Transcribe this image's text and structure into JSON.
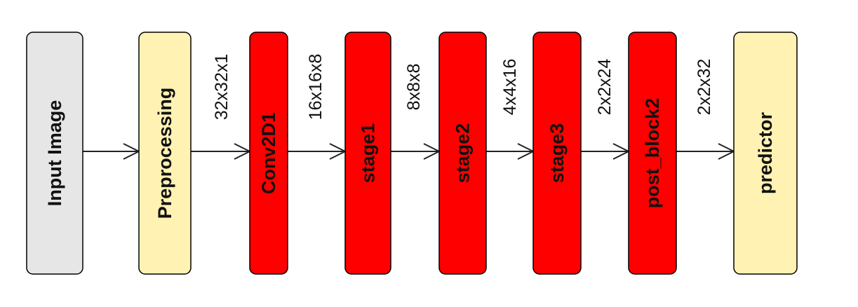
{
  "blocks": [
    {
      "label": "Input Image",
      "fill": "#e6e6e6"
    },
    {
      "label": "Preprocessing",
      "fill": "#fff2b3"
    },
    {
      "label": "Conv2D1",
      "fill": "#ff0000"
    },
    {
      "label": "stage1",
      "fill": "#ff0000"
    },
    {
      "label": "stage2",
      "fill": "#ff0000"
    },
    {
      "label": "stage3",
      "fill": "#ff0000"
    },
    {
      "label": "post_block2",
      "fill": "#ff0000"
    },
    {
      "label": "predictor",
      "fill": "#fff2b3"
    }
  ],
  "edges": [
    {
      "label": ""
    },
    {
      "label": "32x32x1"
    },
    {
      "label": "16x16x8"
    },
    {
      "label": "8x8x8"
    },
    {
      "label": "4x4x16"
    },
    {
      "label": "2x2x24"
    },
    {
      "label": "2x2x32"
    }
  ],
  "colors": {
    "stroke": "#000000",
    "arrow": "#222222"
  }
}
